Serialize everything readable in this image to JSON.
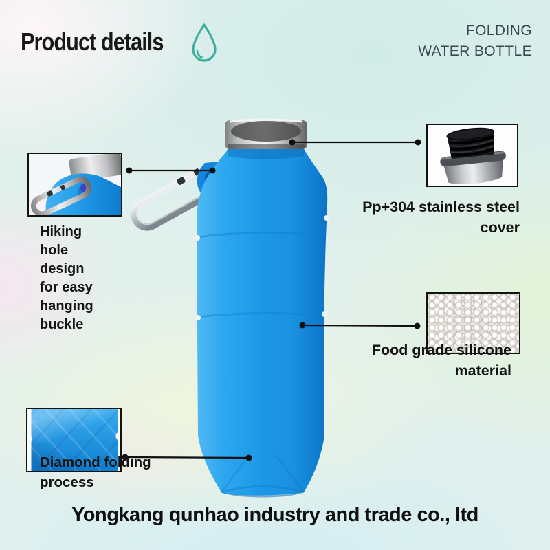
{
  "header": {
    "title": "Product details",
    "tagline": "FOLDING\nWATER BOTTLE"
  },
  "callouts": {
    "hiking": {
      "label": "Hiking\nhole\ndesign\nfor easy\nhanging\nbuckle"
    },
    "cover": {
      "label": "Pp+304 stainless steel\ncover"
    },
    "silicone": {
      "label": "Food grade silicone\nmaterial"
    },
    "diamond": {
      "label": "Diamond folding\nprocess"
    }
  },
  "footer": {
    "company": "Yongkang qunhao industry and trade co., ltd"
  },
  "colors": {
    "accent_teal": "#3fae9f",
    "bottle_blue": "#1e97e6",
    "text": "#141414",
    "tagline_text": "#3b4850"
  }
}
